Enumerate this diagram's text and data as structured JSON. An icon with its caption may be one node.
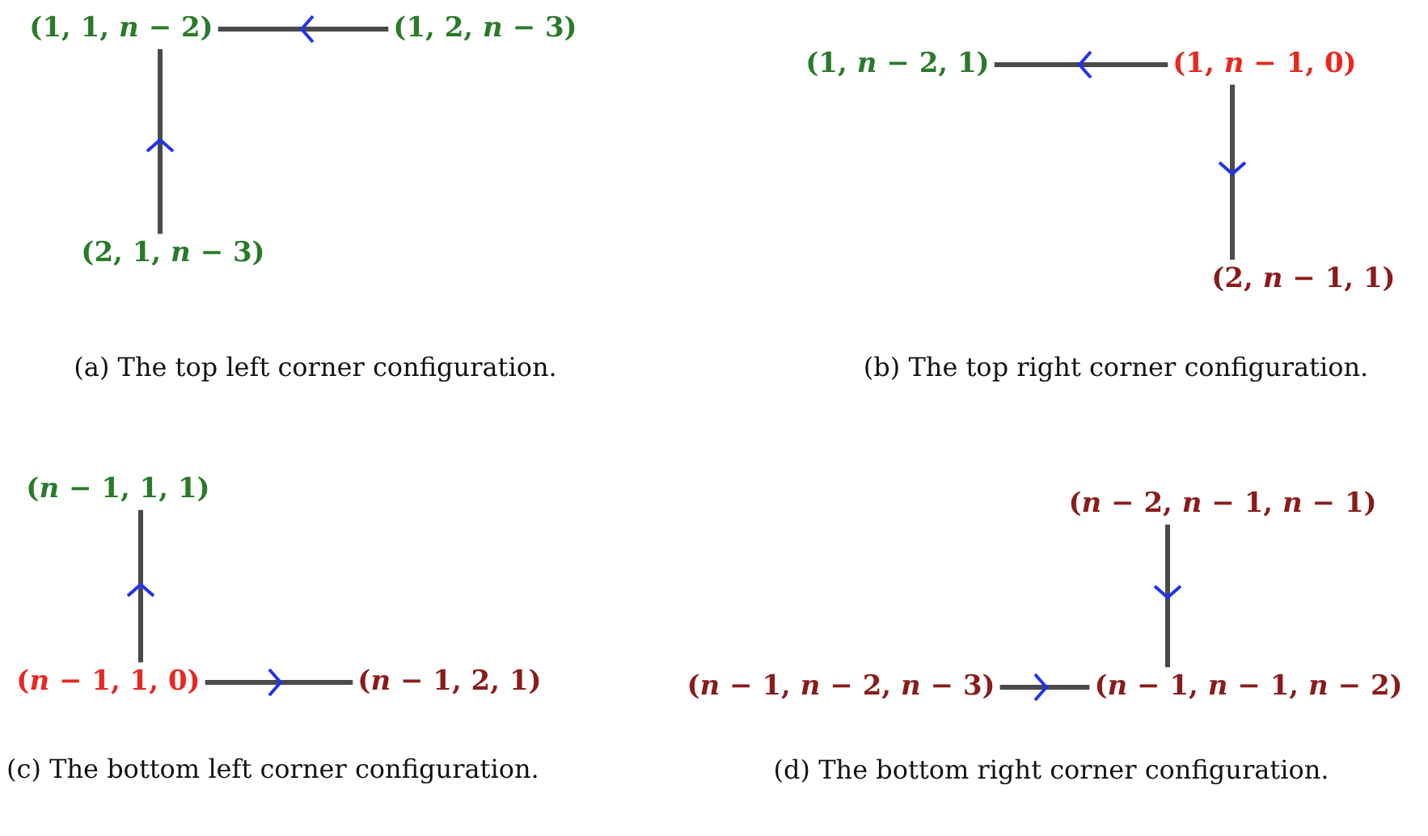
{
  "diagram": {
    "nodes": [
      {
        "text": [
          "(1, 1, *n* − 2)"
        ]
      },
      {
        "text": [
          "(1, 2, *n* − 3)"
        ]
      },
      {
        "text": [
          "(2, 1, *n* − 3)"
        ]
      },
      {
        "text": [
          "(1, *n* − 2, 1)"
        ]
      },
      {
        "text": [
          "(1, *n* − 1, 0)"
        ]
      },
      {
        "text": [
          "(2, *n* − 1, 1)"
        ]
      },
      {
        "text": [
          "(*n* − 1, 1, 1)"
        ]
      },
      {
        "text": [
          "(*n* − 1, 1, 0)"
        ]
      },
      {
        "text": [
          "(*n* − 1, 2, 1)"
        ]
      },
      {
        "text": [
          "(*n* − 2, *n* − 1, *n* − 1)"
        ]
      },
      {
        "text": [
          "(*n* − 1, *n* − 2, *n* − 3)"
        ]
      },
      {
        "text": [
          "(*n* − 1, *n* − 1, *n* − 2)"
        ]
      }
    ],
    "edges": [
      {
        "from": 1,
        "to": 0,
        "arrow": "to"
      },
      {
        "from": 2,
        "to": 0,
        "arrow": "to"
      },
      {
        "from": 4,
        "to": 3,
        "arrow": "to"
      },
      {
        "from": 4,
        "to": 5,
        "arrow": "to"
      },
      {
        "from": 7,
        "to": 6,
        "arrow": "to"
      },
      {
        "from": 7,
        "to": 8,
        "arrow": "to"
      },
      {
        "from": 9,
        "to": 11,
        "arrow": "to"
      },
      {
        "from": 10,
        "to": 11,
        "arrow": "to"
      }
    ],
    "labels": [
      "(a) The top left corner configuration.",
      "(b) The top right corner configuration.",
      "(c) The bottom left corner configuration.",
      "(d) The bottom right corner configuration."
    ]
  }
}
